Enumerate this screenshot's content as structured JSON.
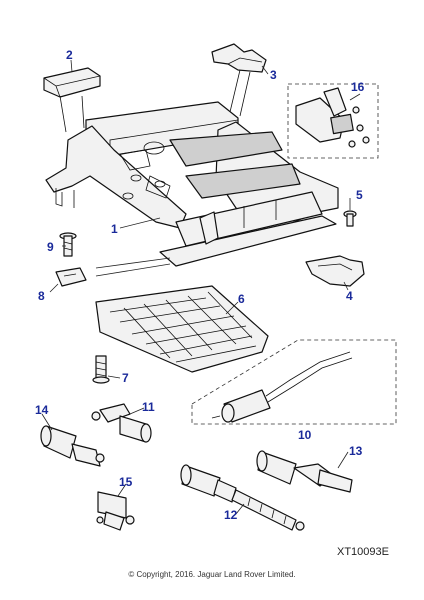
{
  "callouts": {
    "c1": "1",
    "c2": "2",
    "c3": "3",
    "c4": "4",
    "c5": "5",
    "c6": "6",
    "c7": "7",
    "c8": "8",
    "c9": "9",
    "c10": "10",
    "c11": "11",
    "c12": "12",
    "c13": "13",
    "c14": "14",
    "c15": "15",
    "c16": "16"
  },
  "reference_code": "XT10093E",
  "copyright": "© Copyright, 2016. Jaguar Land Rover Limited.",
  "colors": {
    "callout": "#1a2a9a",
    "line": "#111111",
    "fill": "#f2f2f2"
  }
}
